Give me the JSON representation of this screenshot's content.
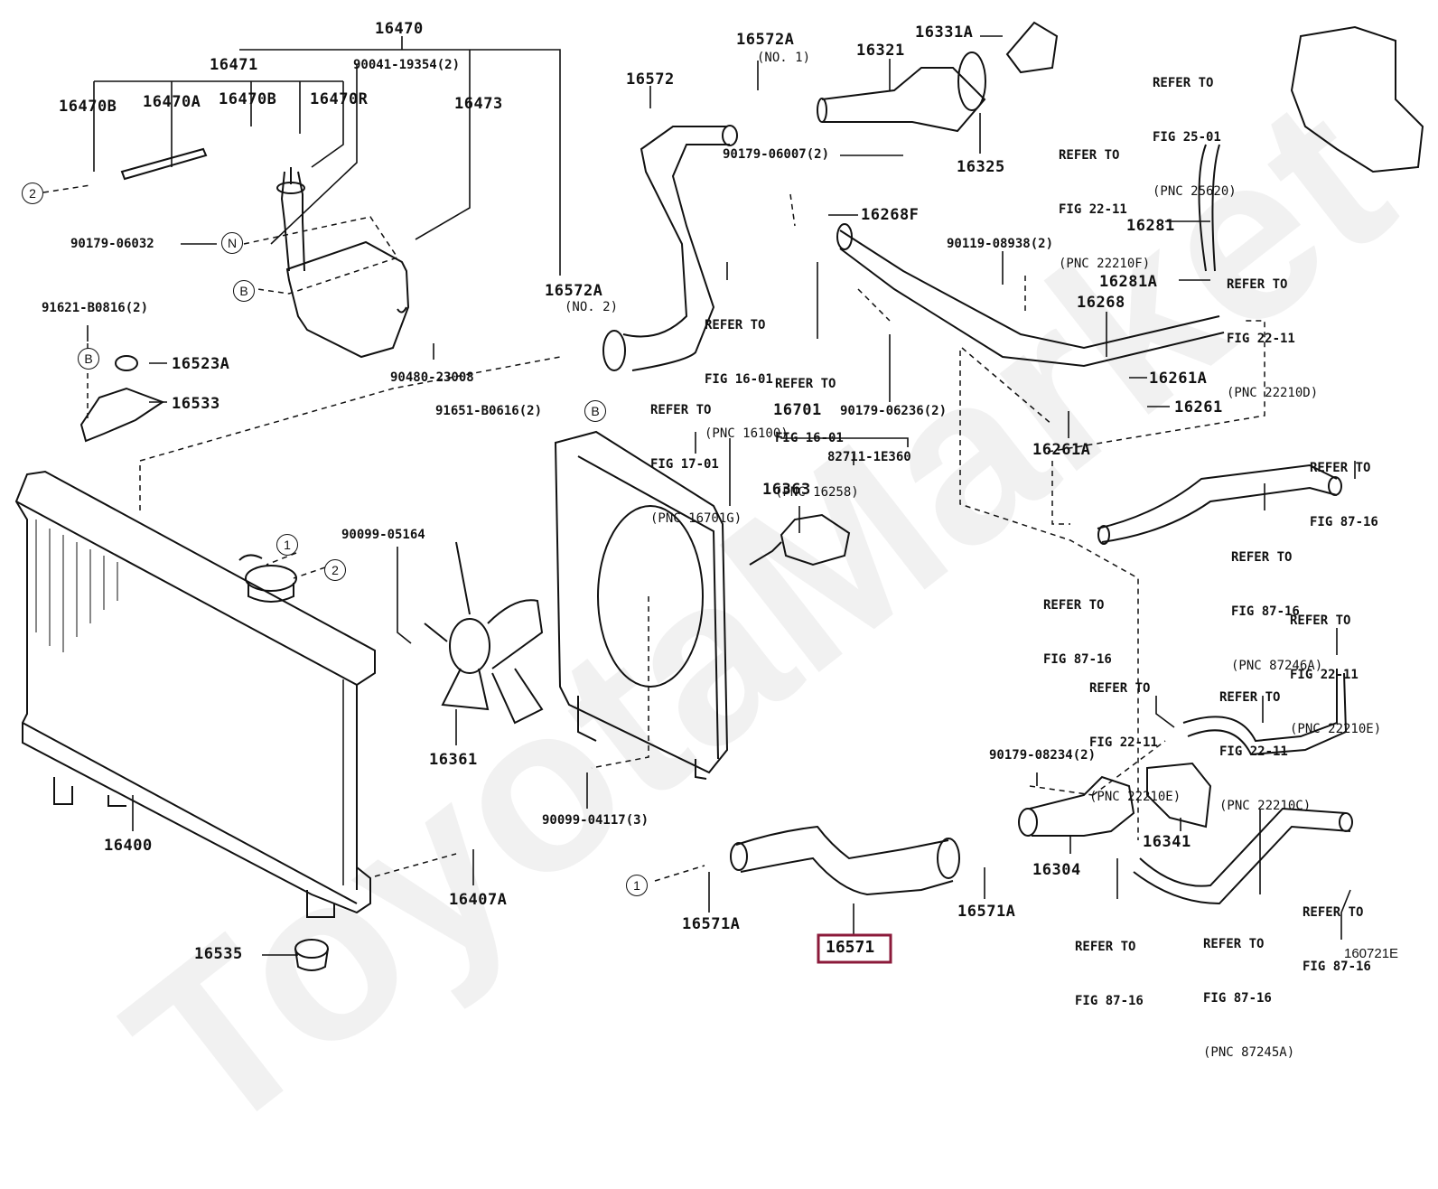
{
  "diagram": {
    "figure_code": "160721E",
    "watermark": "ToyotaMarket",
    "highlighted_part": "16571",
    "part_labels": {
      "p16470": "16470",
      "p16471": "16471",
      "p16470B_left": "16470B",
      "p16470A": "16470A",
      "p16470B_right": "16470B",
      "p16470R": "16470R",
      "p90041": "90041-19354(2)",
      "p16473": "16473",
      "p90179_06032": "90179-06032",
      "p91621": "91621-B0816(2)",
      "p16523A": "16523A",
      "p16533": "16533",
      "p90480": "90480-23008",
      "p91651": "91651-B0616(2)",
      "p16572": "16572",
      "p16572A_no1": "16572A",
      "p16572A_no1_note": "(NO. 1)",
      "p16572A_no2": "16572A",
      "p16572A_no2_note": "(NO. 2)",
      "p16321": "16321",
      "p16331A": "16331A",
      "p16325": "16325",
      "p90179_06007": "90179-06007(2)",
      "p16268F": "16268F",
      "p90119": "90119-08938(2)",
      "p16268": "16268",
      "p16281": "16281",
      "p16281A": "16281A",
      "p16261A_top": "16261A",
      "p16261": "16261",
      "p16261A_bottom": "16261A",
      "p90179_06236": "90179-06236(2)",
      "p16701": "16701",
      "p82711": "82711-1E360",
      "p16363": "16363",
      "p90099_05164": "90099-05164",
      "p16361": "16361",
      "p16400": "16400",
      "p16407A": "16407A",
      "p16535": "16535",
      "p90099_04117": "90099-04117(3)",
      "p16571A_left": "16571A",
      "p16571A_right": "16571A",
      "p90179_08234": "90179-08234(2)",
      "p16304": "16304",
      "p16341": "16341"
    },
    "references": {
      "fig16_01_a": {
        "l1": "REFER TO",
        "l2": "FIG 16-01",
        "l3": "(PNC 16100)"
      },
      "fig16_01_b": {
        "l1": "REFER TO",
        "l2": "FIG 16-01",
        "l3": "(PNC 16258)"
      },
      "fig17_01": {
        "l1": "REFER TO",
        "l2": "FIG 17-01",
        "l3": "(PNC 16701G)"
      },
      "fig25_01": {
        "l1": "REFER TO",
        "l2": "FIG 25-01",
        "l3": "(PNC 25620)"
      },
      "fig22_11_f": {
        "l1": "REFER TO",
        "l2": "FIG 22-11",
        "l3": "(PNC 22210F)"
      },
      "fig22_11_d": {
        "l1": "REFER TO",
        "l2": "FIG 22-11",
        "l3": "(PNC 22210D)"
      },
      "fig87_16_a": {
        "l1": "REFER TO",
        "l2": "FIG 87-16"
      },
      "fig87_16_b": {
        "l1": "REFER TO",
        "l2": "FIG 87-16",
        "l3": "(PNC 87246A)"
      },
      "fig87_16_c": {
        "l1": "REFER TO",
        "l2": "FIG 87-16"
      },
      "fig22_11_e1": {
        "l1": "REFER TO",
        "l2": "FIG 22-11",
        "l3": "(PNC 22210E)"
      },
      "fig22_11_e2": {
        "l1": "REFER TO",
        "l2": "FIG 22-11",
        "l3": "(PNC 22210E)"
      },
      "fig22_11_c": {
        "l1": "REFER TO",
        "l2": "FIG 22-11",
        "l3": "(PNC 22210C)"
      },
      "fig87_16_d": {
        "l1": "REFER TO",
        "l2": "FIG 87-16"
      },
      "fig87_16_e": {
        "l1": "REFER TO",
        "l2": "FIG 87-16",
        "l3": "(PNC 87245A)"
      },
      "fig87_16_f": {
        "l1": "REFER TO",
        "l2": "FIG 87-16"
      }
    },
    "callouts": {
      "c1_top": "1",
      "c2_top": "2",
      "c2_left": "2",
      "c1_bottom": "1",
      "n_marker": "N",
      "b_marker_tank": "B",
      "b_marker_cap": "B",
      "b_marker_fan": "B"
    }
  }
}
